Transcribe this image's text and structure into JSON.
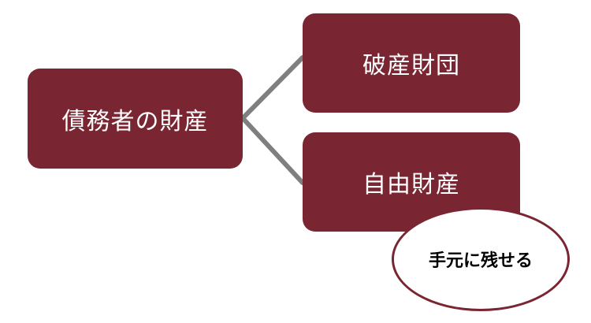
{
  "diagram": {
    "root": {
      "label": "債務者の財産"
    },
    "branches": [
      {
        "label": "破産財団"
      },
      {
        "label": "自由財産"
      }
    ],
    "callout": {
      "label": "手元に残せる"
    }
  },
  "colors": {
    "node_fill": "#7a2532",
    "node_text": "#ffffff",
    "connector": "#7f7f7f",
    "callout_border": "#7a2532",
    "callout_text": "#000000"
  }
}
